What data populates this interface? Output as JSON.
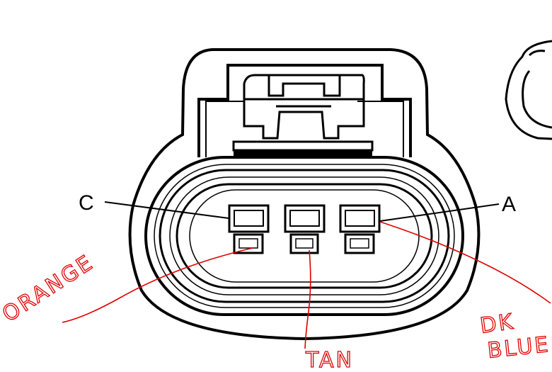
{
  "connector": {
    "pin_labels": [
      "C",
      "A"
    ]
  },
  "annotations": {
    "wire_colors": [
      "ORANGE",
      "TAN",
      "DK",
      "BLUE"
    ],
    "ink_color": "#e00000"
  }
}
